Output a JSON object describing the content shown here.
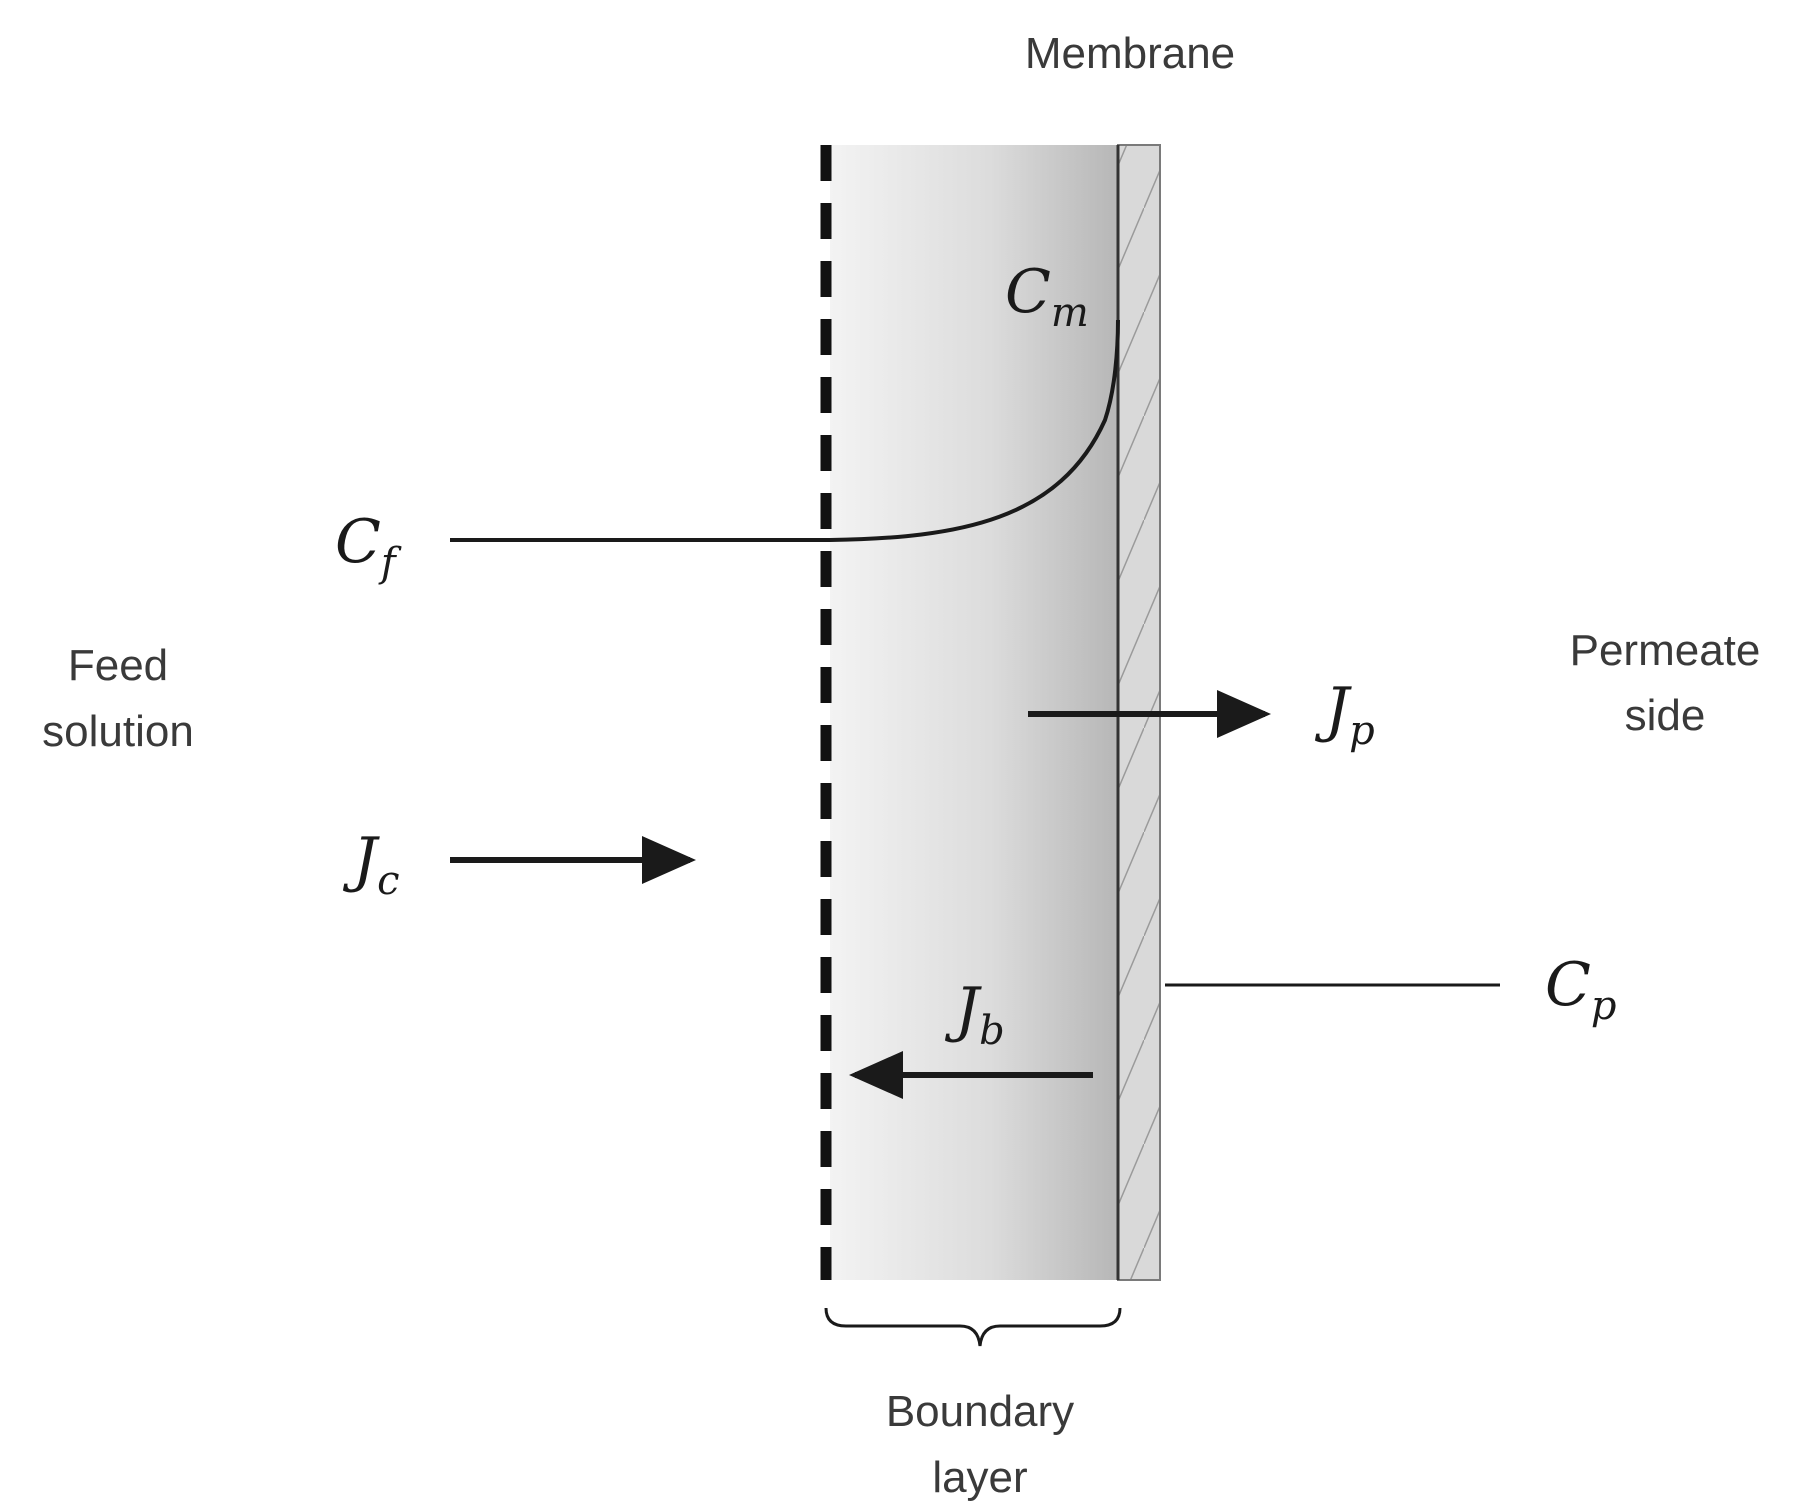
{
  "labels": {
    "membrane": "Membrane",
    "feed_line1": "Feed",
    "feed_line2": "solution",
    "permeate_line1": "Permeate",
    "permeate_line2": "side",
    "boundary_line1": "Boundary",
    "boundary_line2": "layer"
  },
  "symbols": {
    "cf": {
      "base": "C",
      "sub": "f"
    },
    "cm": {
      "base": "C",
      "sub": "m"
    },
    "cp": {
      "base": "C",
      "sub": "p"
    },
    "jc": {
      "base": "J",
      "sub": "c"
    },
    "jp": {
      "base": "J",
      "sub": "p"
    },
    "jb": {
      "base": "J",
      "sub": "b"
    }
  },
  "colors": {
    "line": "#1a1a1a",
    "text": "#3a3a3a",
    "shade_light": "#f2f2f2",
    "shade_dark": "#b8b8b8"
  }
}
